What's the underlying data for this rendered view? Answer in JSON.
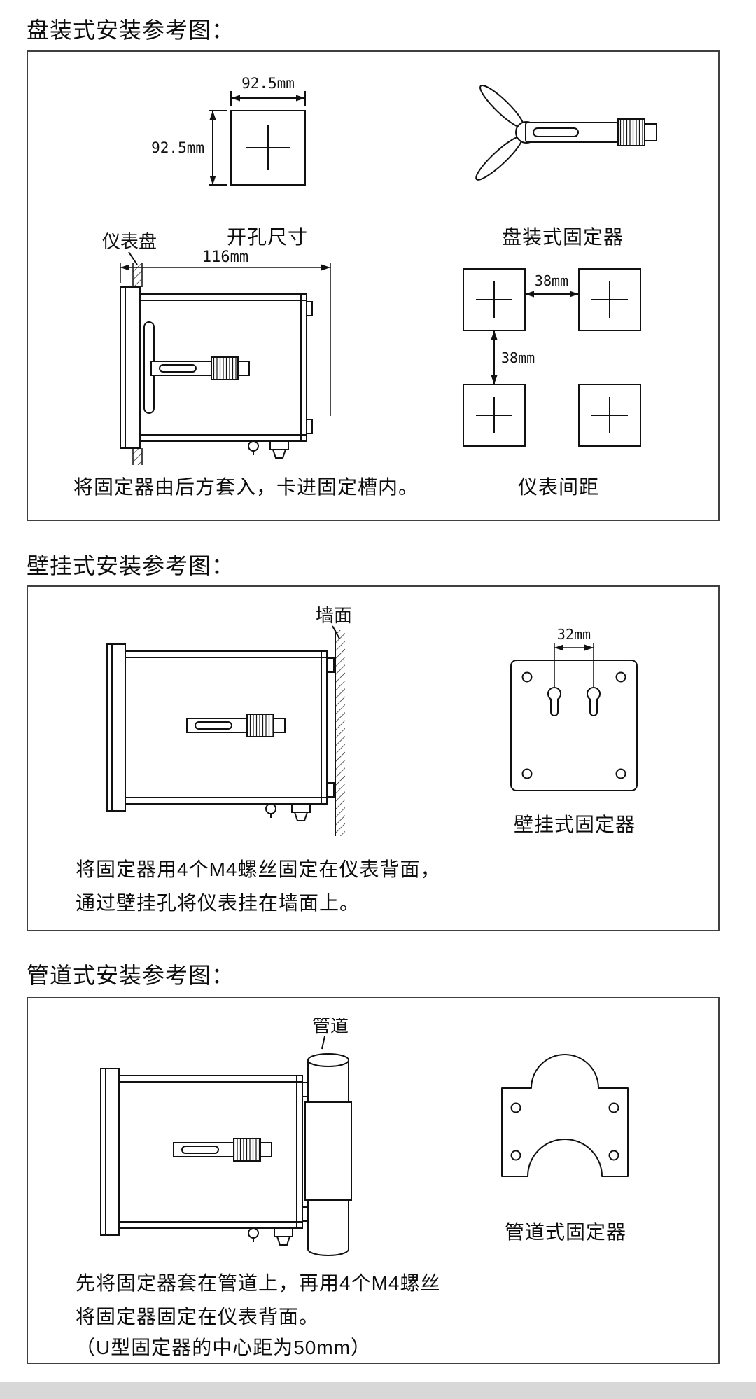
{
  "page": {
    "background": "#ffffff",
    "line_color": "#111111",
    "footer_bar_color": "#d8d8d8"
  },
  "panel_section": {
    "title": "盘装式安装参考图：",
    "cutout": {
      "width_dim": "92.5mm",
      "height_dim": "92.5mm",
      "caption": "开孔尺寸"
    },
    "fixer": {
      "caption": "盘装式固定器"
    },
    "side_view": {
      "panel_label": "仪表盘",
      "depth_dim": "116mm",
      "caption": "将固定器由后方套入，卡进固定槽内。"
    },
    "spacing": {
      "h_dim": "38mm",
      "v_dim": "38mm",
      "caption": "仪表间距"
    }
  },
  "wall_section": {
    "title": "壁挂式安装参考图：",
    "side_view": {
      "wall_label": "墙面"
    },
    "fixer": {
      "hole_dim": "32mm",
      "caption": "壁挂式固定器"
    },
    "instructions": [
      "将固定器用4个M4螺丝固定在仪表背面，",
      "通过壁挂孔将仪表挂在墙面上。"
    ]
  },
  "pipe_section": {
    "title": "管道式安装参考图：",
    "side_view": {
      "pipe_label": "管道"
    },
    "fixer": {
      "caption": "管道式固定器"
    },
    "instructions": [
      "先将固定器套在管道上，再用4个M4螺丝",
      "将固定器固定在仪表背面。",
      "（U型固定器的中心距为50mm）"
    ]
  }
}
